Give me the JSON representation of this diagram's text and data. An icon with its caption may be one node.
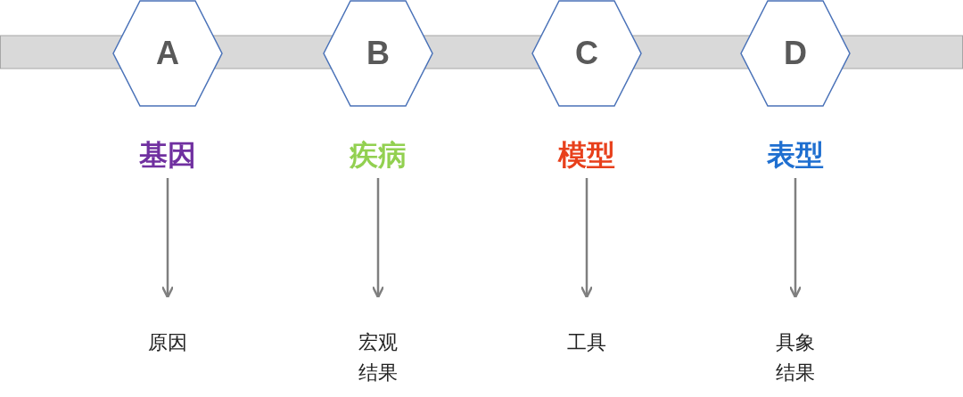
{
  "diagram": {
    "nodes": [
      {
        "text": [
          "A"
        ]
      },
      {
        "text": [
          "B"
        ]
      },
      {
        "text": [
          "C"
        ]
      },
      {
        "text": [
          "D"
        ]
      },
      {
        "text": [
          "基因"
        ]
      },
      {
        "text": [
          "疾病"
        ]
      },
      {
        "text": [
          "模型"
        ]
      },
      {
        "text": [
          "表型"
        ]
      },
      {
        "text": [
          "原因"
        ]
      },
      {
        "text": [
          "宏观结果"
        ]
      },
      {
        "text": [
          "工具"
        ]
      },
      {
        "text": [
          "具象结果"
        ]
      },
      {
        "text": [],
        "shape": "bar"
      }
    ],
    "edges": [
      {
        "from": 4,
        "to": 8,
        "arrow": "to"
      },
      {
        "from": 5,
        "to": 9,
        "arrow": "to"
      },
      {
        "from": 6,
        "to": 10,
        "arrow": "to"
      },
      {
        "from": 7,
        "to": 11,
        "arrow": "to"
      }
    ]
  }
}
